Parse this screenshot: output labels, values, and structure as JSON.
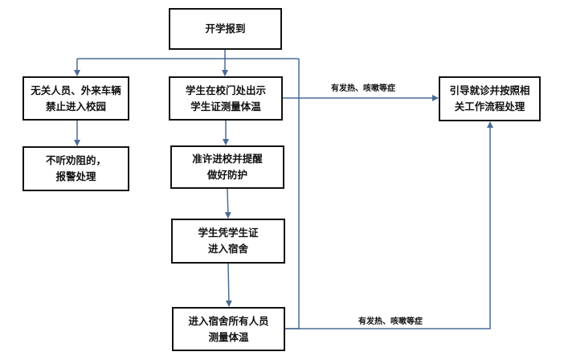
{
  "nodes": {
    "start": "开学报到",
    "unrelated": "无关人员、外来车辆\n禁止进入校园",
    "gate_check": "学生在校门处出示\n学生证测量体温",
    "refuse_warning": "不听劝阻的，\n报警处理",
    "allow_entry": "准许进校并提醒\n做好防护",
    "dorm_entry": "学生凭学生证\n进入宿舍",
    "dorm_temp": "进入宿舍所有人员\n测量体温",
    "medical": "引导就诊并按照相\n关工作流程处理"
  },
  "edge_labels": {
    "gate_fever": "有发热、咳嗽等症",
    "dorm_fever": "有发热、咳嗽等症"
  },
  "colors": {
    "line": "#4a6b94",
    "border": "#111111"
  }
}
